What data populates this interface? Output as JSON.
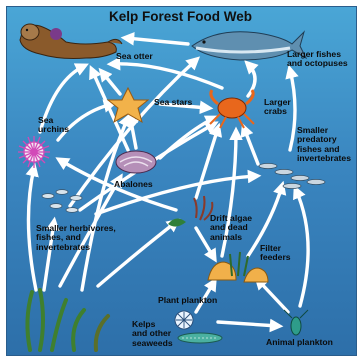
{
  "title": "Kelp Forest Food Web",
  "nodes": {
    "sea_otter": "Sea otter",
    "larger_fishes": "Larger fishes\nand octopuses",
    "sea_stars": "Sea stars",
    "larger_crabs": "Larger\ncrabs",
    "sea_urchins": "Sea\nurchins",
    "smaller_predatory": "Smaller\npredatory\nfishes and\ninvertebrates",
    "abalones": "Abalones",
    "smaller_herbivores": "Smaller herbivores,\nfishes, and\ninvertebrates",
    "drift_algae": "Drift algae\nand dead\nanimals",
    "filter_feeders": "Filter\nfeeders",
    "plant_plankton": "Plant plankton",
    "kelps": "Kelps\nand other\nseaweeds",
    "animal_plankton": "Animal plankton"
  },
  "colors": {
    "water_top": "#4aa6d6",
    "water_bottom": "#2d6fa9",
    "arrow": "#ffffff",
    "otter": "#8a5a2b",
    "fish": "#5f8fb0",
    "crab": "#e8671c",
    "star": "#f2b24a",
    "urchin": "#d24ab8",
    "abalone": "#b58fb8",
    "kelp": "#3f7f2f",
    "shell": "#f1b04a"
  }
}
